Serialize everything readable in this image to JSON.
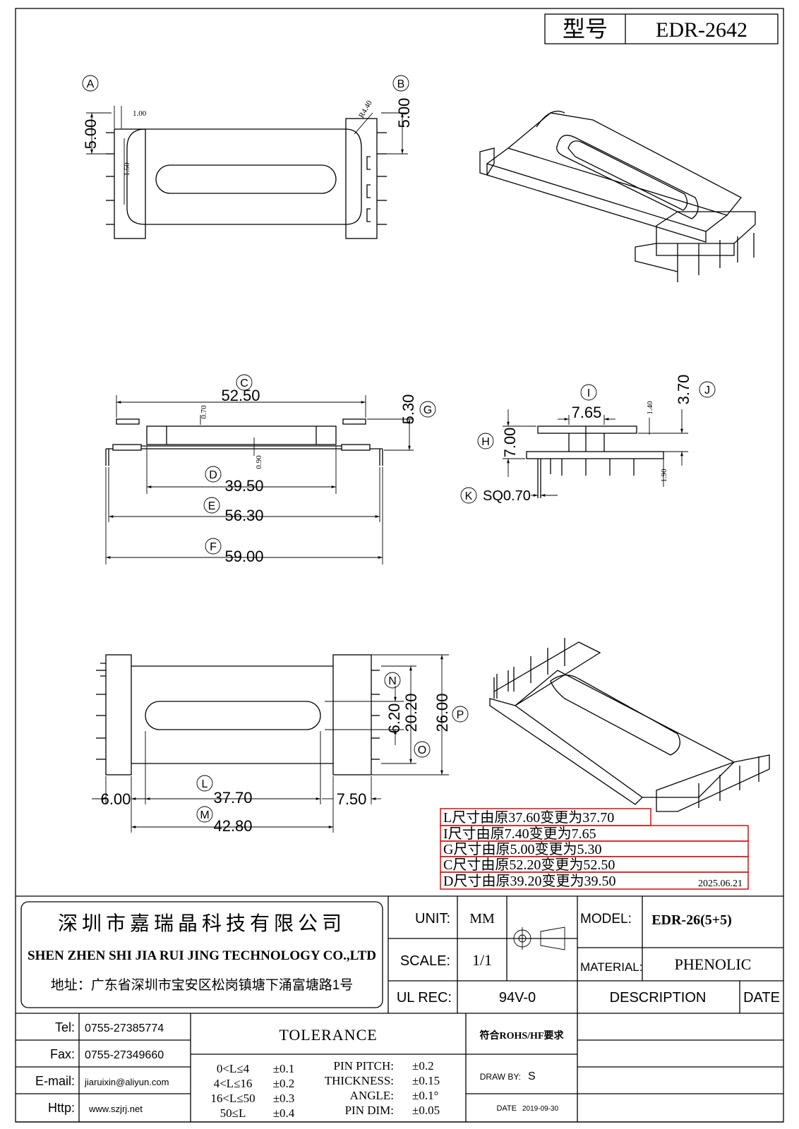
{
  "model_header": {
    "label": "型号",
    "value": "EDR-2642"
  },
  "markers": {
    "A": "A",
    "B": "B",
    "C": "C",
    "D": "D",
    "E": "E",
    "F": "F",
    "G": "G",
    "H": "H",
    "I": "I",
    "J": "J",
    "K": "K",
    "L": "L",
    "M": "M",
    "N": "N",
    "O": "O",
    "P": "P"
  },
  "top_view": {
    "dim_a": "5.00",
    "dim_b": "5.00",
    "dim_1": "1.00",
    "dim_15": "1.50",
    "radius": "R4.40"
  },
  "side_view": {
    "dim_c": "52.50",
    "dim_070": "0.70",
    "dim_g": "5.30",
    "dim_090": "0.90",
    "dim_d": "39.50",
    "dim_e": "56.30",
    "dim_f": "59.00"
  },
  "end_view": {
    "dim_i": "7.65",
    "dim_140": "1.40",
    "dim_j": "3.70",
    "dim_h": "7.00",
    "dim_190": "1.90",
    "dim_k": "SQ0.70"
  },
  "bottom_view": {
    "dim_l": "37.70",
    "dim_m": "42.80",
    "dim_left": "6.00",
    "dim_right": "7.50",
    "dim_n": "6.20",
    "dim_o": "20.20",
    "dim_p": "26.00"
  },
  "change_notes": [
    "L尺寸由原37.60变更为37.70",
    "I尺寸由原7.40变更为7.65",
    "G尺寸由原5.00变更为5.30",
    "C尺寸由原52.20变更为52.50",
    "D尺寸由原39.20变更为39.50"
  ],
  "change_date": "2025.06.21",
  "title_block": {
    "company_cn": "深圳市嘉瑞晶科技有限公司",
    "company_en": "SHEN ZHEN SHI  JIA RUI JING  TECHNOLOGY CO.,LTD",
    "address": "地址：广东省深圳市宝安区松岗镇塘下涌富塘路1号",
    "unit_label": "UNIT:",
    "unit_value": "MM",
    "scale_label": "SCALE:",
    "scale_value": "1/1",
    "ulrec_label": "UL REC:",
    "ulrec_value": "94V-0",
    "model_label": "MODEL:",
    "model_value": "EDR-26(5+5)",
    "material_label": "MATERIAL:",
    "material_value": "PHENOLIC",
    "description_label": "DESCRIPTION",
    "date_label": "DATE",
    "tel_label": "Tel:",
    "tel_value": "0755-27385774",
    "fax_label": "Fax:",
    "fax_value": "0755-27349660",
    "email_label": "E-mail:",
    "email_value": "jiaruixin@aliyun.com",
    "http_label": "Http:",
    "http_value": "www.szjrj.net",
    "tolerance_label": "TOLERANCE",
    "tol_rows": [
      {
        "range": "0<L≤4",
        "tol": "±0.1"
      },
      {
        "range": "4<L≤16",
        "tol": "±0.2"
      },
      {
        "range": "16<L≤50",
        "tol": "±0.3"
      },
      {
        "range": "50≤L",
        "tol": "±0.4"
      }
    ],
    "tol_params": [
      {
        "name": "PIN PITCH:",
        "tol": "±0.2"
      },
      {
        "name": "THICKNESS:",
        "tol": "±0.15"
      },
      {
        "name": "ANGLE:",
        "tol": "±0.1°"
      },
      {
        "name": "PIN DIM:",
        "tol": "±0.05"
      }
    ],
    "rohs": "符合ROHS/HF要求",
    "drawby_label": "DRAW BY:",
    "drawby_value": "S",
    "date_small_label": "DATE",
    "date_small_value": "2019-09-30"
  }
}
